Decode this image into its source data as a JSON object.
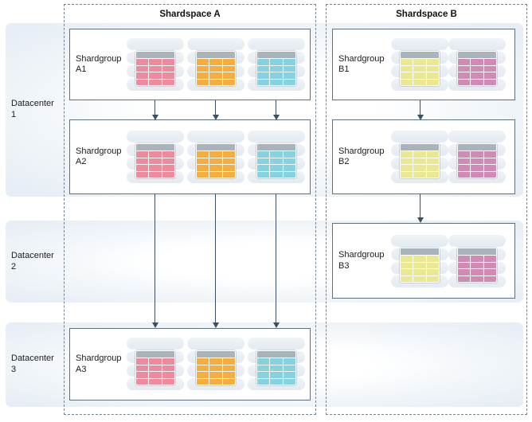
{
  "colors": {
    "pink": "#ef8a9d",
    "orange": "#f6ad3d",
    "cyan": "#84d2e2",
    "yellow": "#eae893",
    "magenta": "#d08ab4",
    "table_header": "#a9b3bb",
    "stack_pill": "#e7edf3",
    "arrow": "#3a4f62",
    "dashed_border": "#73838f",
    "group_border": "#5d7080",
    "band_edge": "#e7eef5"
  },
  "shardspaces": [
    {
      "title": "Shardspace A"
    },
    {
      "title": "Shardspace B"
    }
  ],
  "datacenters": [
    {
      "label": "Datacenter 1"
    },
    {
      "label": "Datacenter 2"
    },
    {
      "label": "Datacenter 3"
    }
  ],
  "shardgroups": [
    {
      "id": "A1",
      "label": "Shardgroup A1",
      "shardspace": "Shardspace A",
      "datacenter": "Datacenter 1",
      "tables": [
        "pink",
        "orange",
        "cyan"
      ]
    },
    {
      "id": "A2",
      "label": "Shardgroup A2",
      "shardspace": "Shardspace A",
      "datacenter": "Datacenter 1",
      "tables": [
        "pink",
        "orange",
        "cyan"
      ]
    },
    {
      "id": "A3",
      "label": "Shardgroup A3",
      "shardspace": "Shardspace A",
      "datacenter": "Datacenter 3",
      "tables": [
        "pink",
        "orange",
        "cyan"
      ]
    },
    {
      "id": "B1",
      "label": "Shardgroup B1",
      "shardspace": "Shardspace B",
      "datacenter": "Datacenter 1",
      "tables": [
        "yellow",
        "magenta"
      ]
    },
    {
      "id": "B2",
      "label": "Shardgroup B2",
      "shardspace": "Shardspace B",
      "datacenter": "Datacenter 1",
      "tables": [
        "yellow",
        "magenta"
      ]
    },
    {
      "id": "B3",
      "label": "Shardgroup B3",
      "shardspace": "Shardspace B",
      "datacenter": "Datacenter 2",
      "tables": [
        "yellow",
        "magenta"
      ]
    }
  ],
  "arrows": [
    {
      "from": "Shardgroup A1",
      "to": "Shardgroup A2",
      "count": 3
    },
    {
      "from": "Shardgroup A2",
      "to": "Shardgroup A3",
      "count": 3
    },
    {
      "from": "Shardgroup B1",
      "to": "Shardgroup B2",
      "count": 1
    },
    {
      "from": "Shardgroup B2",
      "to": "Shardgroup B3",
      "count": 1
    }
  ]
}
